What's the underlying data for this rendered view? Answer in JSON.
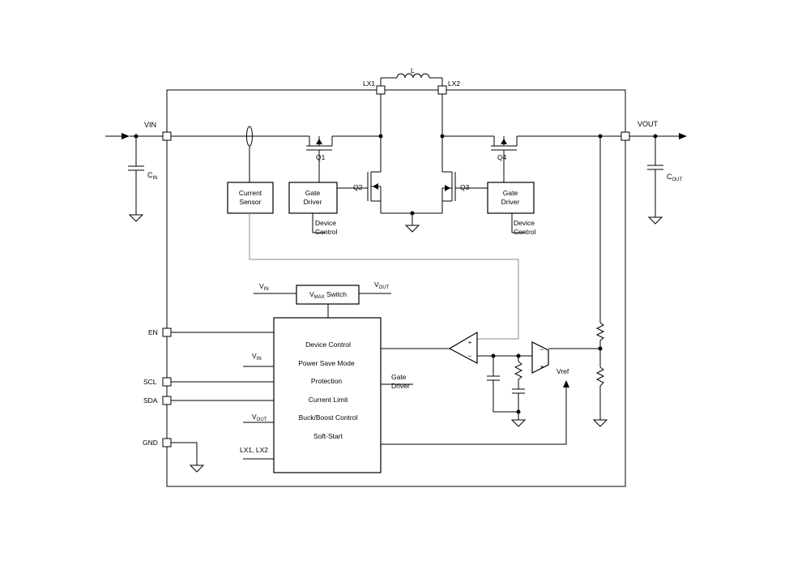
{
  "pins": {
    "vin": "VIN",
    "vout": "VOUT",
    "lx1": "LX1",
    "lx2": "LX2",
    "en": "EN",
    "scl": "SCL",
    "sda": "SDA",
    "gnd": "GND"
  },
  "inductor": "L",
  "cin": {
    "main": "C",
    "sub": "IN"
  },
  "cout": {
    "main": "C",
    "sub": "OUT"
  },
  "transistors": {
    "q1": "Q1",
    "q2": "Q2",
    "q3": "Q3",
    "q4": "Q4"
  },
  "current_sensor": {
    "line1": "Current",
    "line2": "Sensor"
  },
  "gate_driver_left": {
    "line1": "Gate",
    "line2": "Driver"
  },
  "gate_driver_right": {
    "line1": "Gate",
    "line2": "Driver"
  },
  "device_control_left": {
    "line1": "Device",
    "line2": "Control"
  },
  "device_control_right": {
    "line1": "Device",
    "line2": "Control"
  },
  "vmax_switch": {
    "main": "V",
    "sub": "MAX",
    "rest": " Switch"
  },
  "vmax_vin": {
    "main": "V",
    "sub": "IN"
  },
  "vmax_vout": {
    "main": "V",
    "sub": "OUT"
  },
  "control_block": {
    "items": [
      "Device Control",
      "Power Save Mode",
      "Protection",
      "Current Limit",
      "Buck/Boost Control",
      "Soft-Start"
    ]
  },
  "block_inputs": {
    "vin": {
      "main": "V",
      "sub": "IN"
    },
    "vout": {
      "main": "V",
      "sub": "OUT"
    },
    "lx": "LX1, LX2"
  },
  "gate_driver_out": {
    "line1": "Gate",
    "line2": "Driver"
  },
  "comparator": {
    "plus": "+",
    "minus": "−"
  },
  "error_amp": {
    "plus": "+",
    "minus": "−"
  },
  "vref": "Vref"
}
